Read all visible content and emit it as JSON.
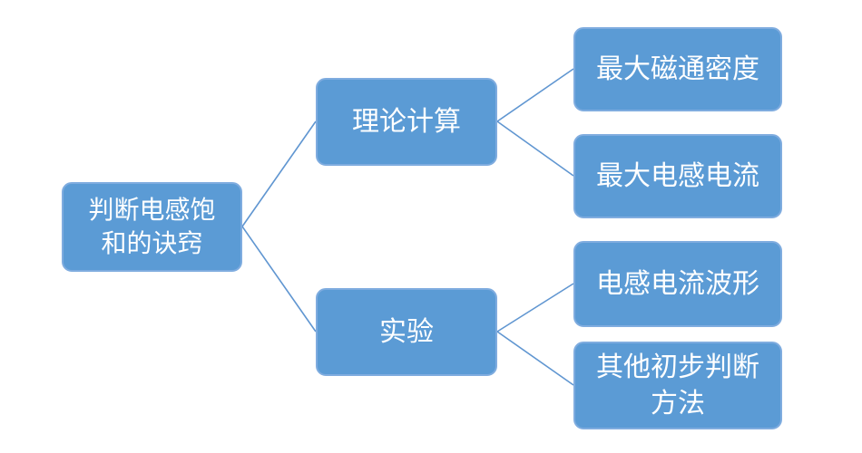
{
  "diagram": {
    "type": "mindmap",
    "root": {
      "label": "判断电感饱和的诀窍",
      "lines": [
        "判断电感饱",
        "和的诀窍"
      ]
    },
    "branches": [
      {
        "label": "理论计算",
        "children": [
          {
            "label": "最大磁通密度"
          },
          {
            "label": "最大电感电流"
          }
        ]
      },
      {
        "label": "实验",
        "children": [
          {
            "label": "电感电流波形"
          },
          {
            "label": "其他初步判断方法",
            "lines": [
              "其他初步判断",
              "方法"
            ]
          }
        ]
      }
    ],
    "colors": {
      "node_fill": "#5B9BD5",
      "node_border": "#7FACDF",
      "connector": "#6096D1",
      "text": "#FFFFFF",
      "background": "#FFFFFF"
    }
  }
}
